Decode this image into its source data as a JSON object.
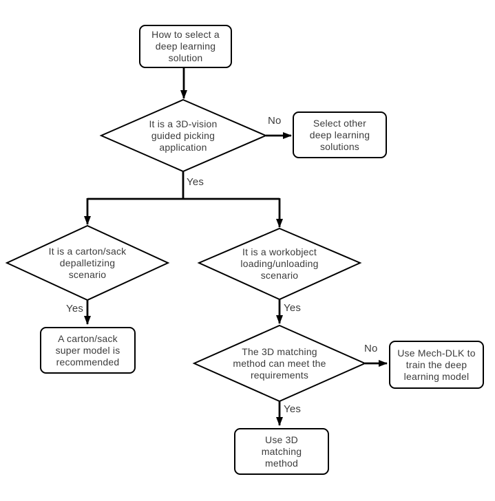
{
  "flowchart": {
    "nodes": {
      "start": {
        "label": "How to select a\ndeep learning\nsolution"
      },
      "picking": {
        "label": "It is a 3D-vision\nguided picking\napplication"
      },
      "other_solutions": {
        "label": "Select other\ndeep learning\nsolutions"
      },
      "depalletizing": {
        "label": "It is a carton/sack\ndepalletizing\nscenario"
      },
      "workobject": {
        "label": "It is a workobject\nloading/unloading\nscenario"
      },
      "super_model": {
        "label": "A carton/sack\nsuper model is\nrecommended"
      },
      "matching": {
        "label": "The 3D matching\nmethod can meet the\nrequirements"
      },
      "mech_dlk": {
        "label": "Use Mech-DLK to\ntrain the deep\nlearning model"
      },
      "use_matching": {
        "label": "Use 3D\nmatching\nmethod"
      }
    },
    "edge_labels": {
      "picking_no": "No",
      "picking_yes": "Yes",
      "depalletizing_yes": "Yes",
      "workobject_yes": "Yes",
      "matching_no": "No",
      "matching_yes": "Yes"
    },
    "colors": {
      "line": "#000000",
      "shape_border": "#000000",
      "shape_fill": "#ffffff",
      "text": "#3b3b3b",
      "background": "#ffffff"
    }
  }
}
